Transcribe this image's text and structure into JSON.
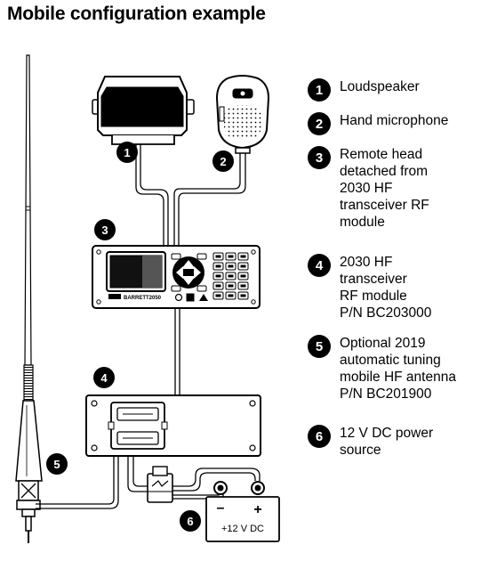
{
  "title": "Mobile configuration example",
  "legend": [
    {
      "number": "1",
      "text": "Loudspeaker"
    },
    {
      "number": "2",
      "text": "Hand microphone"
    },
    {
      "number": "3",
      "text": "Remote head\ndetached from\n2030 HF\ntransceiver RF\nmodule"
    },
    {
      "number": "4",
      "text": "2030 HF\ntransceiver\nRF module\nP/N BC203000"
    },
    {
      "number": "5",
      "text": "Optional 2019\nautomatic tuning\nmobile HF antenna\nP/N BC201900"
    },
    {
      "number": "6",
      "text": "12 V DC power\nsource"
    }
  ],
  "diagram": {
    "badges": [
      "1",
      "2",
      "3",
      "4",
      "5",
      "6"
    ],
    "battery_label": "+12 V DC",
    "battery_minus": "–",
    "battery_plus": "+",
    "brand": "BARRETT2050"
  }
}
